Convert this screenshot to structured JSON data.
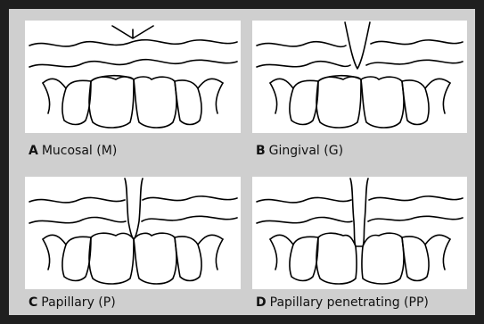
{
  "panels": [
    {
      "letter": "A",
      "label": "Mucosal (M)"
    },
    {
      "letter": "B",
      "label": "Gingival (G)"
    },
    {
      "letter": "C",
      "label": "Papillary (P)"
    },
    {
      "letter": "D",
      "label": "Papillary penetrating (PP)"
    }
  ],
  "colors": {
    "frame": "#1f1f1f",
    "panel_background": "#cfcfcf",
    "figure_background": "#ffffff",
    "line": "#000000"
  }
}
